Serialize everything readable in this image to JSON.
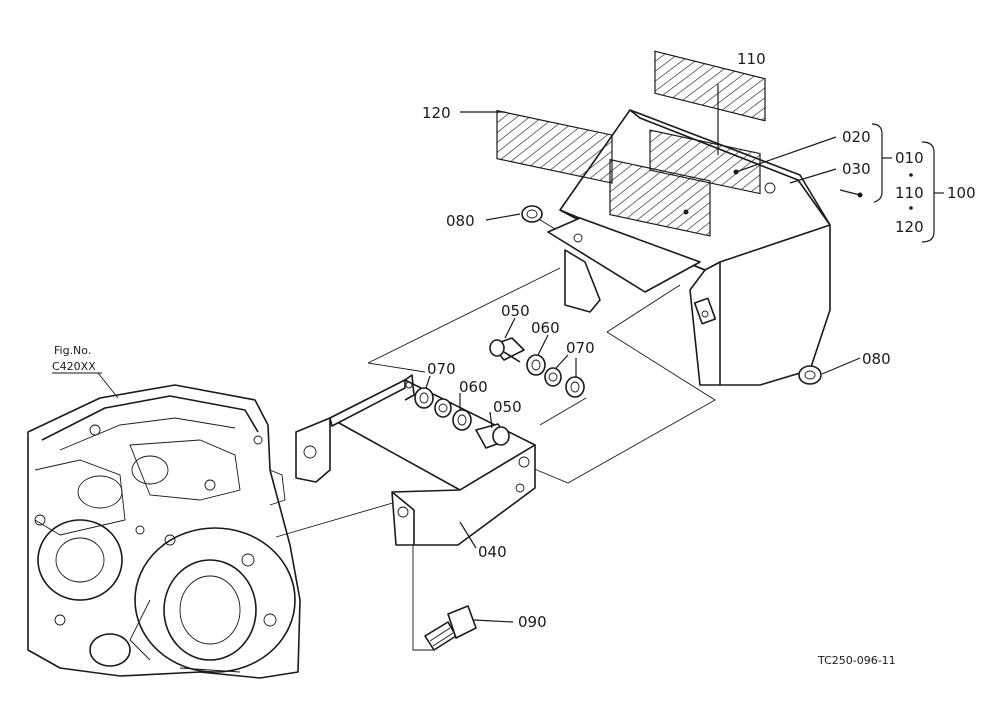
{
  "diagram": {
    "fig_no_label": "Fig.No.",
    "fig_no_value": "C420XX",
    "drawing_code": "TC250-096-11",
    "callouts": {
      "p110_top": "110",
      "p120_left": "120",
      "p020": "020",
      "p030": "030",
      "p010": "010",
      "p110_group": "110",
      "p120_group": "120",
      "p100": "100",
      "p080_top": "080",
      "p080_right": "080",
      "p050_upper": "050",
      "p060_upper": "060",
      "p070_upper": "070",
      "p070_lower": "070",
      "p060_lower": "060",
      "p050_lower": "050",
      "p040": "040",
      "p090": "090"
    }
  }
}
